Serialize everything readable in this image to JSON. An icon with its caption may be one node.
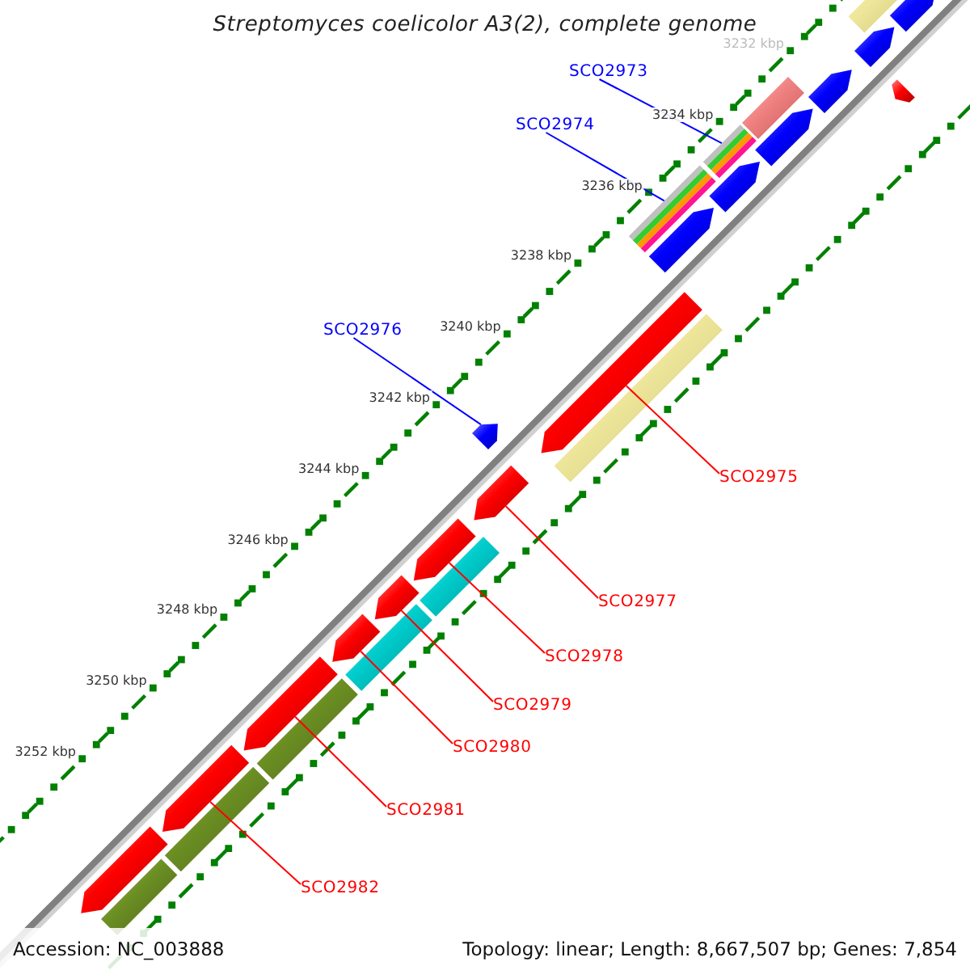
{
  "diagram": {
    "title": "Streptomyces coelicolor A3(2), complete genome",
    "nodes": [
      {
        "text": [
          "SCO2973"
        ]
      },
      {
        "text": [
          "SCO2974"
        ]
      },
      {
        "text": [
          "SCO2976"
        ]
      },
      {
        "text": [
          "SCO2975"
        ]
      },
      {
        "text": [
          "SCO2977"
        ]
      },
      {
        "text": [
          "SCO2978"
        ]
      },
      {
        "text": [
          "SCO2979"
        ]
      },
      {
        "text": [
          "SCO2980"
        ]
      },
      {
        "text": [
          "SCO2981"
        ]
      },
      {
        "text": [
          "SCO2982"
        ]
      },
      {
        "text": [],
        "shape": "arrow"
      },
      {
        "text": [],
        "shape": "bar"
      },
      {
        "text": [],
        "shape": "arrow"
      },
      {
        "text": [],
        "shape": "arrow"
      },
      {
        "text": [],
        "shape": "arrow"
      },
      {
        "text": [],
        "shape": "bar"
      },
      {
        "text": [],
        "shape": "arrow"
      },
      {
        "text": [],
        "shape": "bar"
      },
      {
        "text": [],
        "shape": "arrow"
      },
      {
        "text": [],
        "shape": "bar"
      },
      {
        "text": [],
        "shape": "arrow"
      },
      {
        "text": [],
        "shape": "arrow"
      },
      {
        "text": [],
        "shape": "bar"
      },
      {
        "text": [],
        "shape": "arrow"
      },
      {
        "text": [],
        "shape": "arrow"
      },
      {
        "text": [],
        "shape": "bar"
      },
      {
        "text": [],
        "shape": "arrow"
      },
      {
        "text": [],
        "shape": "arrow"
      },
      {
        "text": [],
        "shape": "bar"
      },
      {
        "text": [],
        "shape": "arrow"
      },
      {
        "text": [],
        "shape": "arrow"
      },
      {
        "text": [],
        "shape": "bar"
      },
      {
        "text": [],
        "shape": "arrow"
      },
      {
        "text": [],
        "shape": "bar"
      },
      {
        "text": [],
        "shape": "arrow"
      },
      {
        "text": [],
        "shape": "bar"
      }
    ],
    "edges": [
      {
        "from": 0,
        "to": 17,
        "arrow": "none",
        "color": "#0000ff"
      },
      {
        "from": 1,
        "to": 19,
        "arrow": "none",
        "color": "#0000ff"
      },
      {
        "from": 2,
        "to": 23,
        "arrow": "none",
        "color": "#0000ff"
      },
      {
        "from": 3,
        "to": 21,
        "arrow": "none"
      },
      {
        "from": 4,
        "to": 24,
        "arrow": "none"
      },
      {
        "from": 5,
        "to": 26,
        "arrow": "none"
      },
      {
        "from": 6,
        "to": 27,
        "arrow": "none"
      },
      {
        "from": 7,
        "to": 29,
        "arrow": "none"
      },
      {
        "from": 8,
        "to": 30,
        "arrow": "none"
      },
      {
        "from": 9,
        "to": 32,
        "arrow": "none"
      }
    ],
    "labels": [
      "3232 kbp",
      "3234 kbp",
      "3236 kbp",
      "3238 kbp",
      "3240 kbp",
      "3242 kbp",
      "3244 kbp",
      "3246 kbp",
      "3248 kbp",
      "3250 kbp",
      "3252 kbp",
      "Accession: NC_003888",
      "Topology: linear; Length: 8,667,507 bp; Genes: 7,854"
    ]
  }
}
